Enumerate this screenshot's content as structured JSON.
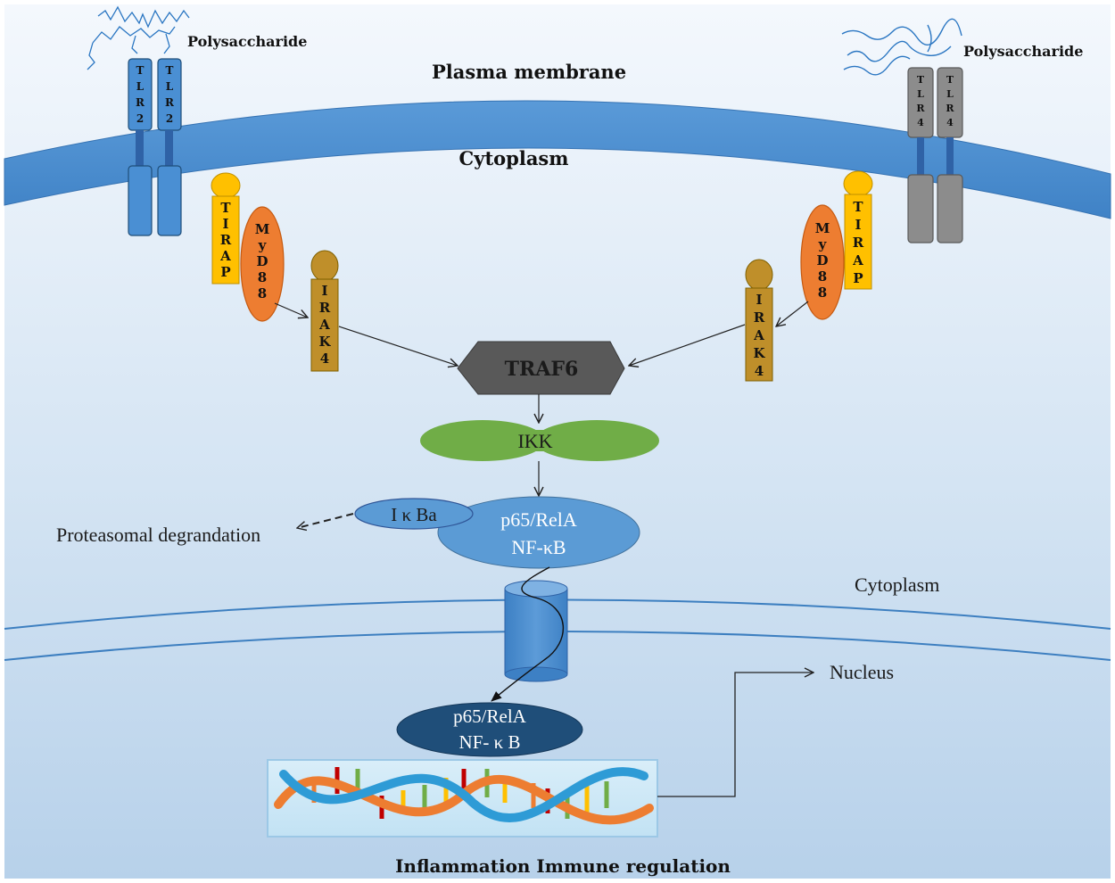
{
  "labels": {
    "plasma_membrane": "Plasma membrane",
    "cytoplasm_top": "Cytoplasm",
    "cytoplasm_right": "Cytoplasm",
    "polysaccharide_left": "Polysaccharide",
    "polysaccharide_right": "Polysaccharide",
    "traf6": "TRAF6",
    "ikk": "IKK",
    "ikba": "I κ Ba",
    "proteasomal": "Proteasomal degrandation",
    "nfkb_cyto_line1": "p65/RelA",
    "nfkb_cyto_line2": "NF-κB",
    "nfkb_nuc_line1": "p65/RelA",
    "nfkb_nuc_line2": "NF- κ B",
    "nucleus": "Nucleus",
    "inflammation": "Inflammation Immune regulation"
  },
  "receptors": {
    "tlr2_letters": [
      "T",
      "L",
      "R",
      "2"
    ],
    "tlr4_letters": [
      "T",
      "L",
      "R",
      "4"
    ]
  },
  "adaptors": {
    "tirap_letters": [
      "T",
      "I",
      "R",
      "A",
      "P"
    ],
    "myd88_letters": [
      "M",
      "y",
      "D",
      "8",
      "8"
    ],
    "irak4_letters": [
      "I",
      "R",
      "A",
      "K",
      "4"
    ]
  },
  "colors": {
    "background_top": "#f3f8fd",
    "background_bottom": "#b9d3ea",
    "membrane": "#4a8fd3",
    "tlr2": "#4a8fd3",
    "tlr4": "#8c8c8c",
    "tirap": "#ffc000",
    "myd88": "#ed7d31",
    "irak4": "#bf8f2a",
    "traf6": "#595959",
    "ikk": "#70ad47",
    "ikba": "#5b9bd5",
    "nfkb_cyto": "#5b9bd5",
    "nfkb_nuc": "#1f4e79",
    "dna_orange": "#ed7d31",
    "dna_blue": "#2e9bd6"
  }
}
